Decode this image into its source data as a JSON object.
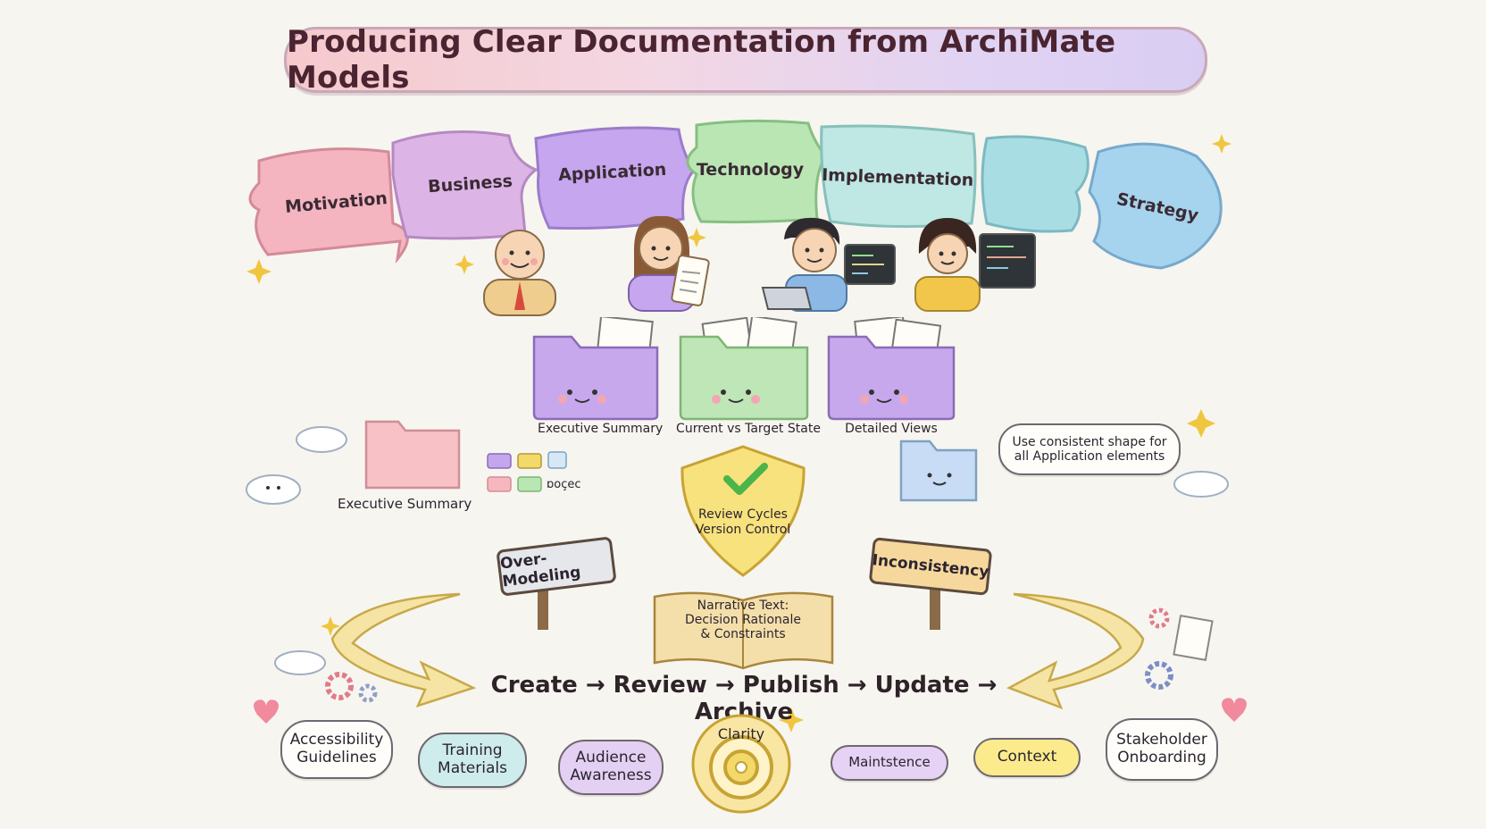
{
  "title": "Producing Clear Documentation from ArchiMate Models",
  "layers": [
    "Motivation",
    "Business",
    "Application",
    "Technology",
    "Implementation",
    "Strategy"
  ],
  "folders": {
    "top": [
      "Executive Summary",
      "Current vs Target State",
      "Detailed Views"
    ],
    "left_label": "Executive Summary",
    "legend_text": "ɒoçec"
  },
  "speech_bubble": "Use consistent shape for\nall Application elements",
  "shield": "Review Cycles\nVersion Control",
  "signs": {
    "left": "Over-Modeling",
    "right": "Inconsistency"
  },
  "book": "Narrative Text:\nDecision Rationale\n& Constraints",
  "lifecycle": "Create → Review → Publish → Update → Archive",
  "bottom_bubbles": [
    "Accessibility\nGuidelines",
    "Training\nMaterials",
    "Audience\nAwareness",
    "Maintstence",
    "Context",
    "Stakeholder\nOnboarding"
  ],
  "target_label": "Clarity",
  "colors": {
    "pink": "#f4b5c0",
    "violet": "#d9b3ea",
    "purple": "#c4a6ec",
    "green": "#b9e6b3",
    "teal": "#b9e5e2",
    "sky": "#a9d8ec",
    "gold": "#f3d86a",
    "yellow_bubble": "#fbeb8c"
  }
}
